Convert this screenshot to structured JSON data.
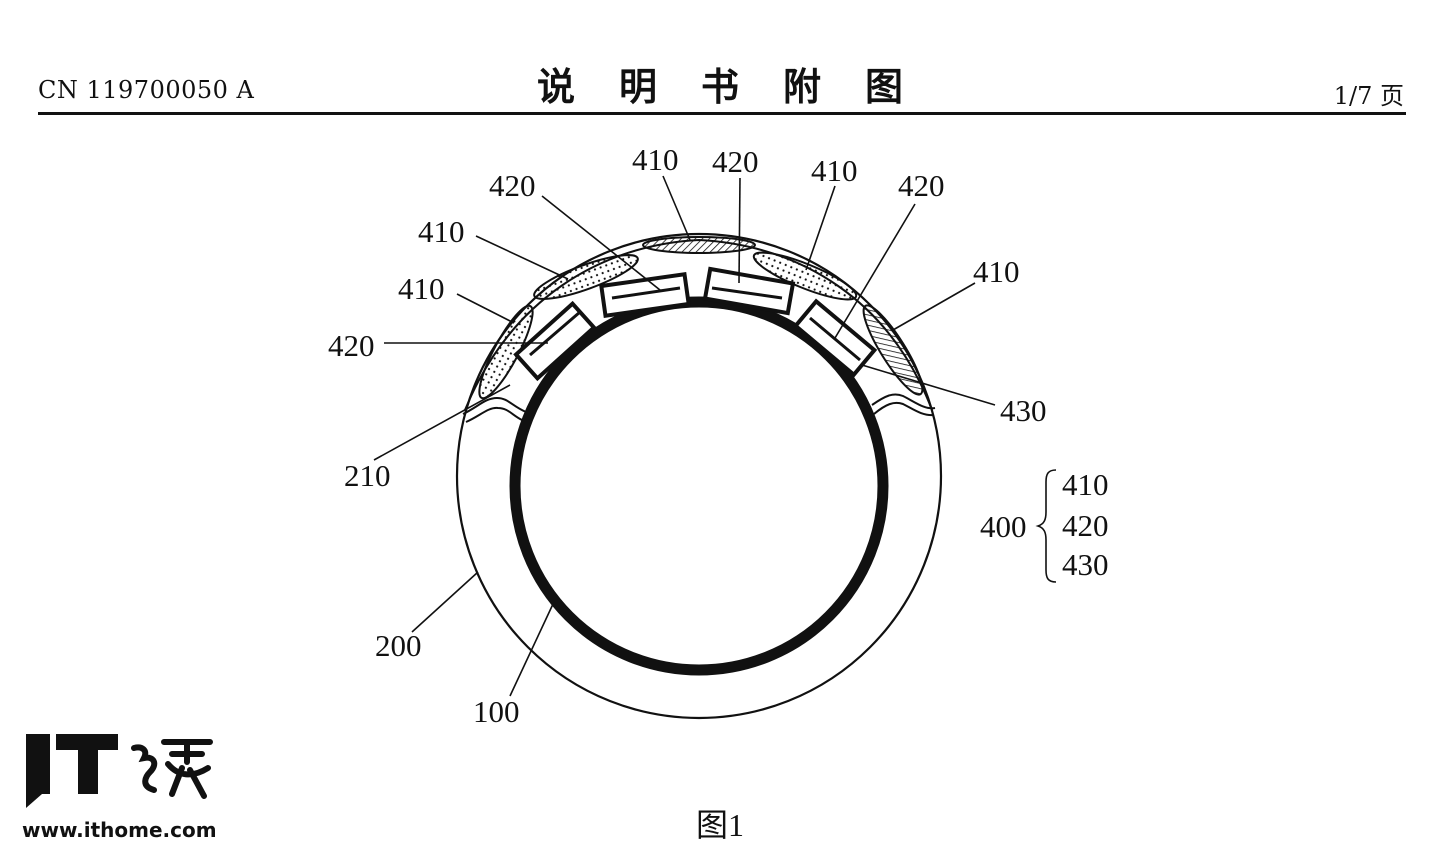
{
  "header": {
    "publication_number": "CN 119700050 A",
    "section_title": "说明书附图",
    "page_indicator": "1/7 页"
  },
  "figure": {
    "caption": "图1",
    "labels": {
      "l410_top": "410",
      "l420_top": "420",
      "l410_top_right": "410",
      "l420_top_right": "420",
      "l420_left_top": "420",
      "l410_left_upper": "410",
      "l410_left_lower": "410",
      "l420_left": "420",
      "l410_right": "410",
      "l430": "430",
      "l210": "210",
      "l200": "200",
      "l100": "100"
    },
    "legend": {
      "group": "400",
      "items": [
        "410",
        "420",
        "430"
      ]
    }
  },
  "watermark": {
    "logo_text": "IT之家",
    "url": "www.ithome.com"
  }
}
